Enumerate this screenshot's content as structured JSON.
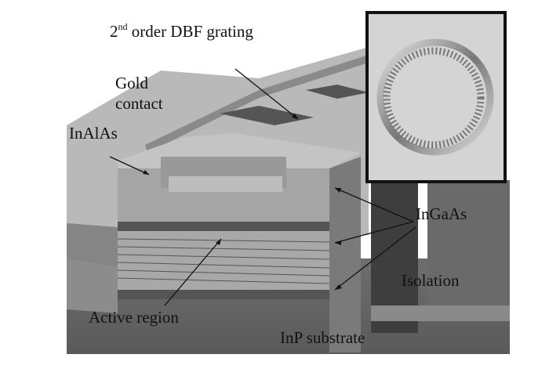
{
  "labels": {
    "grating_sup_prefix": "2",
    "grating_sup": "nd",
    "grating_rest": " order DBF grating",
    "gold_line1": "Gold",
    "gold_line2": "contact",
    "inalas": "InAlAs",
    "ingaas": "InGaAs",
    "isolation": "Isolation",
    "active_region": "Active region",
    "inp_substrate": "InP substrate"
  }
}
